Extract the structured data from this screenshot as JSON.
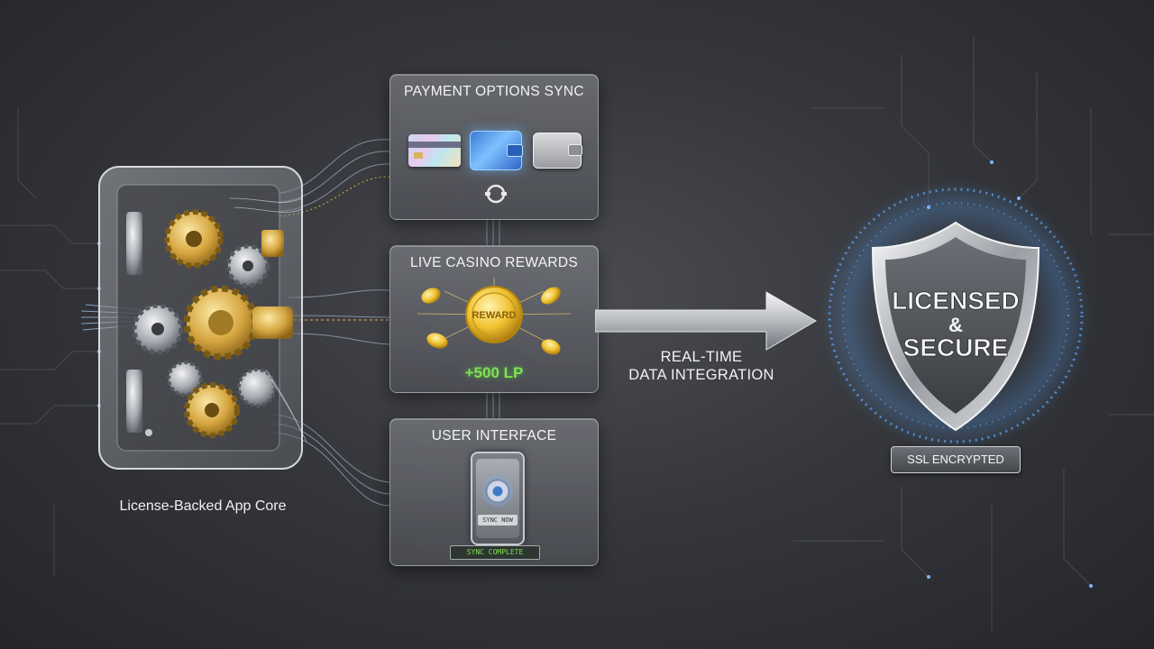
{
  "vault": {
    "caption": "License-Backed App Core"
  },
  "panels": {
    "payment": {
      "title": "PAYMENT OPTIONS SYNC",
      "icons": [
        "credit-card-icon",
        "digital-wallet-icon",
        "wallet-icon",
        "sync-icon"
      ]
    },
    "rewards": {
      "title": "LIVE CASINO REWARDS",
      "coin_label": "REWARD",
      "points": "+500 LP"
    },
    "ui": {
      "title": "USER INTERFACE",
      "phone_label": "SYNC NOW",
      "status": "SYNC COMPLETE"
    }
  },
  "arrow": {
    "line1": "REAL-TIME",
    "line2": "DATA INTEGRATION"
  },
  "shield": {
    "line1": "LICENSED",
    "line2": "&",
    "line3": "SECURE",
    "badge": "SSL ENCRYPTED"
  },
  "colors": {
    "background": "#35373c",
    "gold": "#e8b83a",
    "accent_blue": "#5aa8ff",
    "points_green": "#7fe34e"
  }
}
